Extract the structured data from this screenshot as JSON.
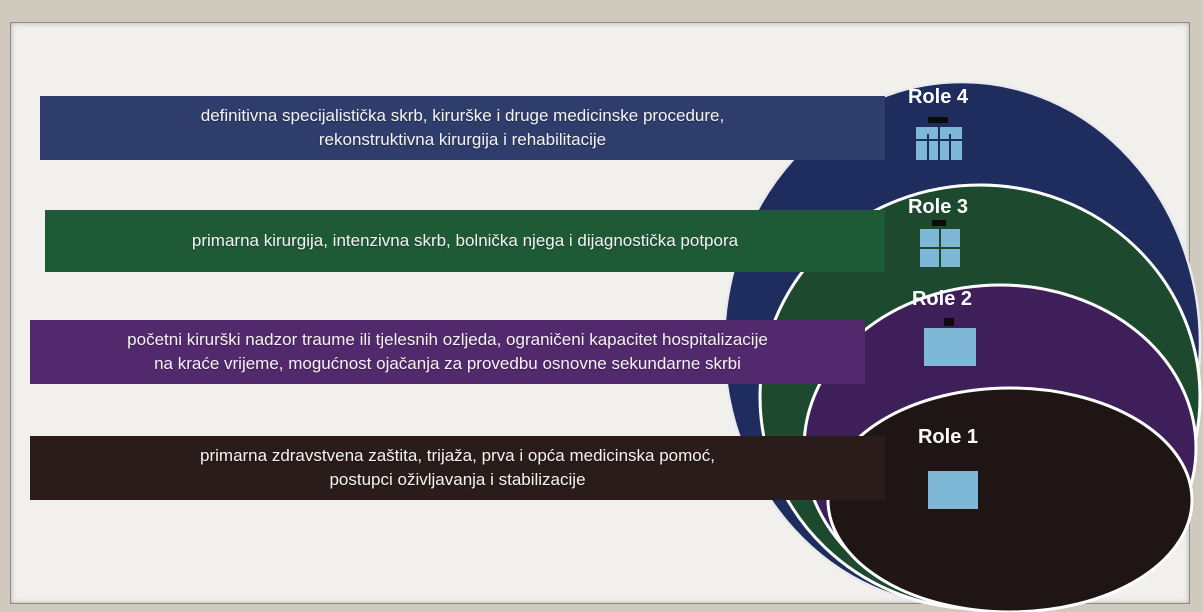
{
  "rows": [
    {
      "line1": "definitivna specijalistička skrb, kirurške i druge medicinske procedure,",
      "line2": "rekonstruktivna kirurgija i rehabilitacije",
      "color": "#2e3d6b"
    },
    {
      "line1": "primarna kirurgija, intenzivna skrb, bolnička njega i dijagnostička potpora",
      "line2": "",
      "color": "#1f5a36"
    },
    {
      "line1": "početni kirurški nadzor traume ili tjelesnih ozljeda, ograničeni kapacitet hospitalizacije",
      "line2": "na kraće vrijeme, mogućnost ojačanja za provedbu osnovne sekundarne skrbi",
      "color": "#53296e"
    },
    {
      "line1": "primarna zdravstvena zaštita, trijaža, prva i opća medicinska pomoć,",
      "line2": "postupci oživljavanja i stabilizacije",
      "color": "#2a1c1a"
    }
  ],
  "roles": [
    {
      "label": "Role 4",
      "color": "#1f2c5e"
    },
    {
      "label": "Role 3",
      "color": "#1d4a2e"
    },
    {
      "label": "Role 2",
      "color": "#3f1f5a"
    },
    {
      "label": "Role 1",
      "color": "#1f1515"
    }
  ],
  "icon_color": "#7fb7d6"
}
